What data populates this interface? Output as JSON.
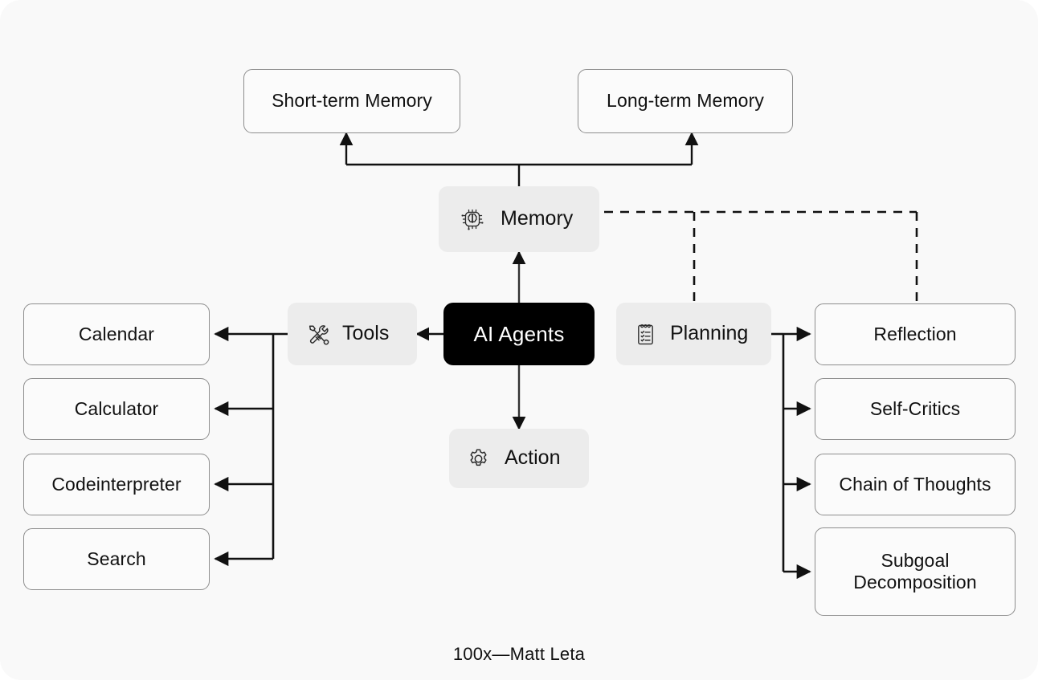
{
  "diagram": {
    "title": "AI Agents",
    "caption": "100x—Matt Leta",
    "colors": {
      "page": "#ffffff",
      "canvas": "#f9f9f9",
      "core_fill": "#000000",
      "core_text": "#ffffff",
      "pill_fill": "#ececec",
      "leaf_fill": "#fbfbfb",
      "leaf_border": "#8d8d8d",
      "wire": "#111111"
    }
  },
  "nodes": {
    "core": {
      "label": "AI Agents"
    },
    "memory": {
      "label": "Memory",
      "icon": "brain-chip-icon"
    },
    "tools": {
      "label": "Tools",
      "icon": "wrench-screwdriver-icon"
    },
    "planning": {
      "label": "Planning",
      "icon": "clipboard-checklist-icon"
    },
    "action": {
      "label": "Action",
      "icon": "gear-icon"
    }
  },
  "memory_children": [
    {
      "label": "Short-term Memory"
    },
    {
      "label": "Long-term Memory"
    }
  ],
  "tools_children": [
    {
      "label": "Calendar"
    },
    {
      "label": "Calculator"
    },
    {
      "label": "Codeinterpreter"
    },
    {
      "label": "Search"
    }
  ],
  "planning_children": [
    {
      "label": "Reflection"
    },
    {
      "label": "Self-Critics"
    },
    {
      "label": "Chain of Thoughts"
    },
    {
      "label": "Subgoal\nDecomposition"
    }
  ]
}
